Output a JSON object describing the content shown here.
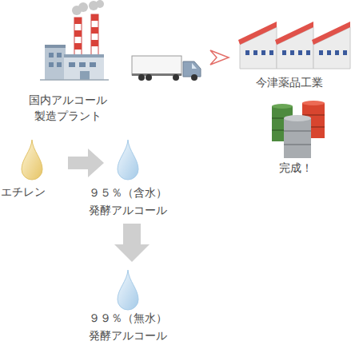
{
  "diagram": {
    "nodes": [
      {
        "text": [
          "国内アルコール 製造プラント"
        ]
      },
      {
        "text": [
          "今津薬品工業"
        ]
      },
      {
        "text": [
          "完成！"
        ]
      },
      {
        "text": [
          "エチレン"
        ]
      },
      {
        "text": [
          "９５％（含水）",
          "発酵アルコール"
        ]
      },
      {
        "text": [
          "９９％（無水）",
          "発酵アルコール"
        ]
      }
    ],
    "edges": [
      {
        "from": 3,
        "to": 4,
        "arrow": "to"
      },
      {
        "from": 4,
        "to": 5,
        "arrow": "to"
      }
    ]
  }
}
